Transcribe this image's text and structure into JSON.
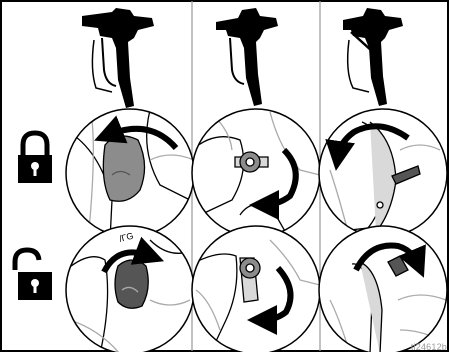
{
  "figure": {
    "id_label": "ti24612b",
    "columns": [
      {
        "gun_model": "spray-gun-type-1",
        "lock_detail": "lever-rotate-left-lock",
        "unlock_detail": "lever-rotate-right-unlock"
      },
      {
        "gun_model": "spray-gun-type-2",
        "lock_detail": "knob-rotate-right-lock",
        "unlock_detail": "knob-rotate-down-unlock"
      },
      {
        "gun_model": "spray-gun-type-3",
        "lock_detail": "latch-rotate-left-lock",
        "unlock_detail": "latch-rotate-right-unlock"
      }
    ],
    "rows": [
      {
        "state": "locked",
        "icon": "padlock-closed-icon"
      },
      {
        "state": "unlocked",
        "icon": "padlock-open-icon"
      }
    ],
    "colors": {
      "line": "#000000",
      "fill": "#000000",
      "background": "#ffffff",
      "part_gray": "#8c8c8c",
      "shade": "#d9d9d9"
    }
  }
}
